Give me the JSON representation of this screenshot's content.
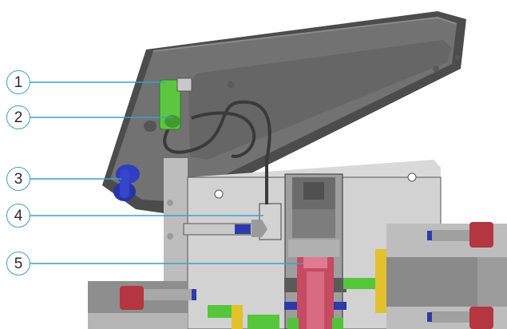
{
  "callouts": [
    {
      "id": "1",
      "label": "1"
    },
    {
      "id": "2",
      "label": "2"
    },
    {
      "id": "3",
      "label": "3"
    },
    {
      "id": "4",
      "label": "4"
    },
    {
      "id": "5",
      "label": "5"
    }
  ],
  "colors": {
    "leader_line": "#3d9fc7",
    "housing_dark": "#6e6e6e",
    "body_light": "#d6d6d6",
    "section_cut": "#c2c2c2",
    "green_connector": "#5cc640",
    "blue_knob": "#2a35b0",
    "red_part": "#c0394c",
    "yellow_seal": "#e7c02a",
    "outline": "#3a3a3a"
  }
}
